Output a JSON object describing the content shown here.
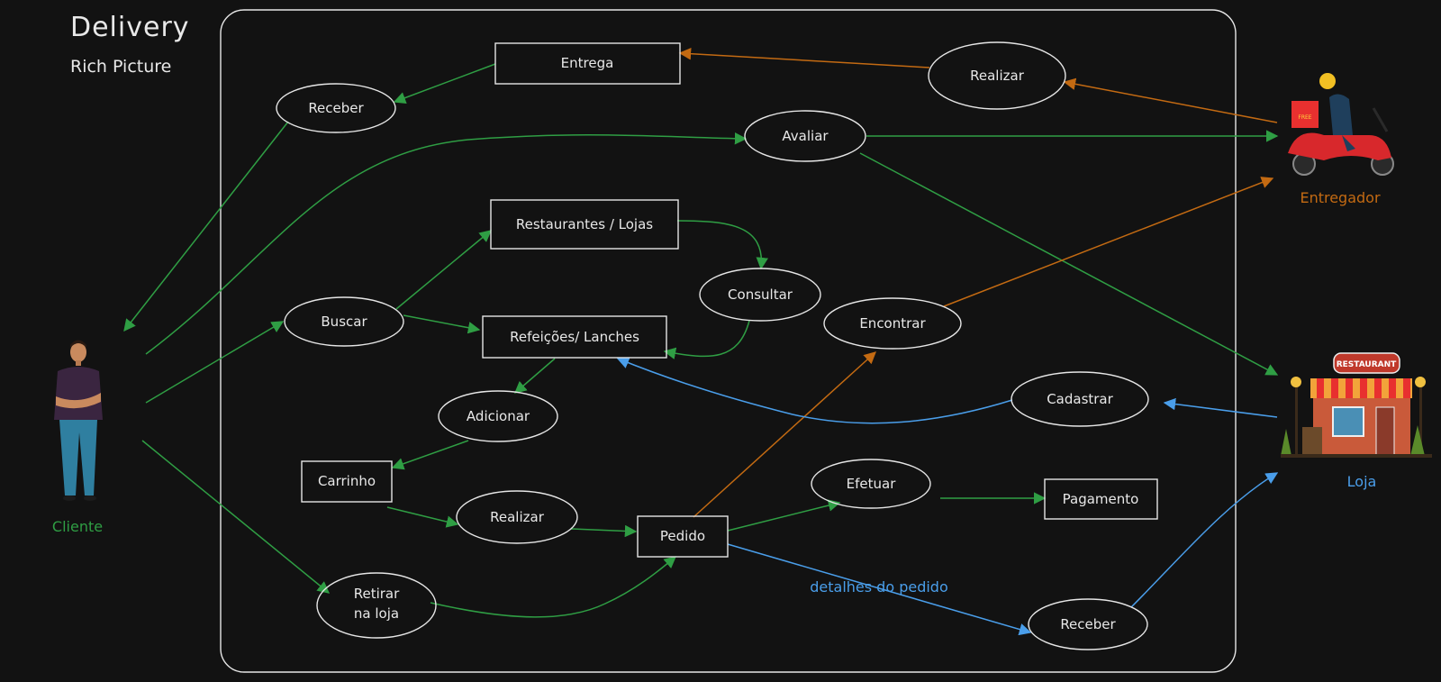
{
  "title": "Delivery",
  "subtitle": "Rich Picture",
  "colors": {
    "background": "#121212",
    "stroke": "#e6e6e6",
    "green": "#2f9e44",
    "orange": "#c36a12",
    "blue": "#4a9eea"
  },
  "actors": {
    "cliente": {
      "label": "Cliente",
      "icon": "person-icon"
    },
    "entregador": {
      "label": "Entregador",
      "icon": "delivery-scooter-icon"
    },
    "loja": {
      "label": "Loja",
      "icon": "restaurant-store-icon",
      "sign": "RESTAURANT"
    }
  },
  "nodes": {
    "entrega": "Entrega",
    "realizar_top": "Realizar",
    "receber_top": "Receber",
    "avaliar": "Avaliar",
    "restaurantes": "Restaurantes / Lojas",
    "consultar": "Consultar",
    "buscar": "Buscar",
    "refeicoes": "Refeições/ Lanches",
    "encontrar": "Encontrar",
    "adicionar": "Adicionar",
    "cadastrar": "Cadastrar",
    "carrinho": "Carrinho",
    "realizar_mid": "Realizar",
    "pedido": "Pedido",
    "efetuar": "Efetuar",
    "pagamento": "Pagamento",
    "retirar_line1": "Retirar",
    "retirar_line2": "na loja",
    "receber_bottom": "Receber"
  },
  "edge_labels": {
    "detalhes": "detalhes do pedido"
  }
}
